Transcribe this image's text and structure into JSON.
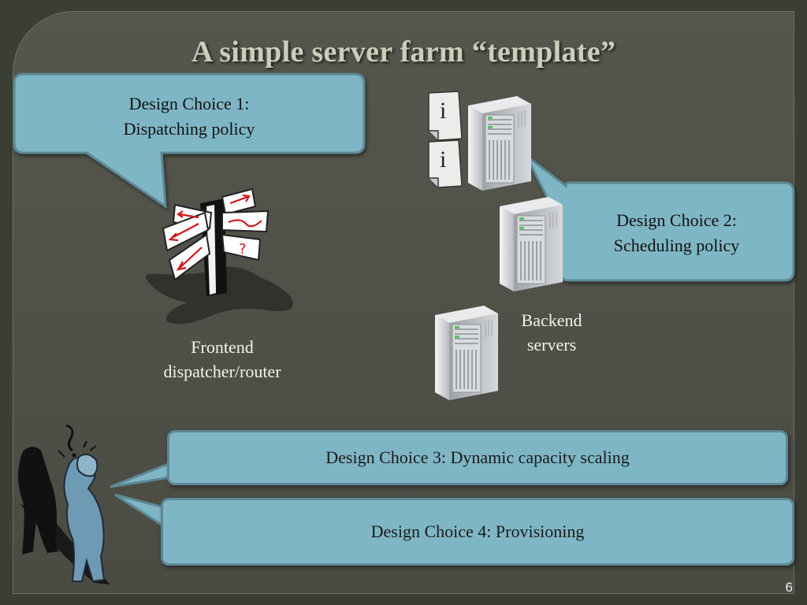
{
  "slide": {
    "title": "A simple server farm “template”",
    "page_number": "6"
  },
  "callouts": {
    "choice1": {
      "line1": "Design Choice 1:",
      "line2": "Dispatching policy"
    },
    "choice2": {
      "line1": "Design Choice 2:",
      "line2": "Scheduling policy"
    },
    "choice3": "Design Choice 3: Dynamic capacity scaling",
    "choice4": "Design Choice 4: Provisioning"
  },
  "labels": {
    "frontend": {
      "line1": "Frontend",
      "line2": "dispatcher/router"
    },
    "backend": {
      "line1": "Backend",
      "line2": "servers"
    }
  },
  "icons": [
    "signpost-icon",
    "server-icon",
    "document-info-icon",
    "confused-person-icon"
  ],
  "colors": {
    "callout_fill": "#7fb6c6",
    "callout_border": "#5d8894",
    "background": "#4f5148",
    "title": "#c9cebb"
  }
}
